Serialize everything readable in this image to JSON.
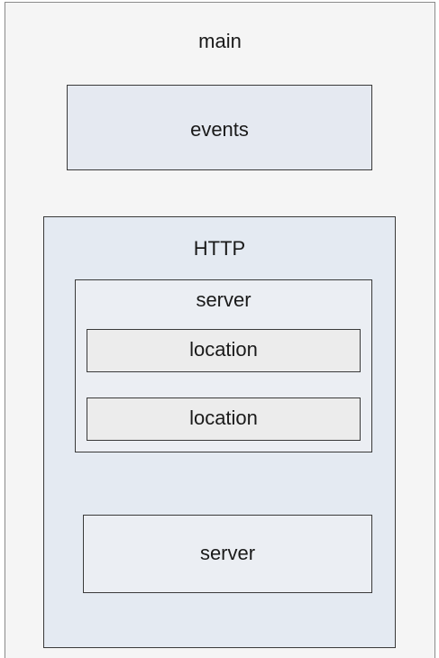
{
  "diagram": {
    "main": {
      "label": "main"
    },
    "events": {
      "label": "events"
    },
    "http": {
      "label": "HTTP",
      "servers": [
        {
          "label": "server",
          "locations": [
            {
              "label": "location"
            },
            {
              "label": "location"
            }
          ]
        },
        {
          "label": "server"
        }
      ]
    }
  },
  "colors": {
    "main_fill": "#f5f5f5",
    "events_fill": "#e5e9f1",
    "http_fill": "#e4eaf2",
    "server_fill": "#ebeef3",
    "location_fill": "#ececec",
    "border": "#3a3a3a"
  }
}
